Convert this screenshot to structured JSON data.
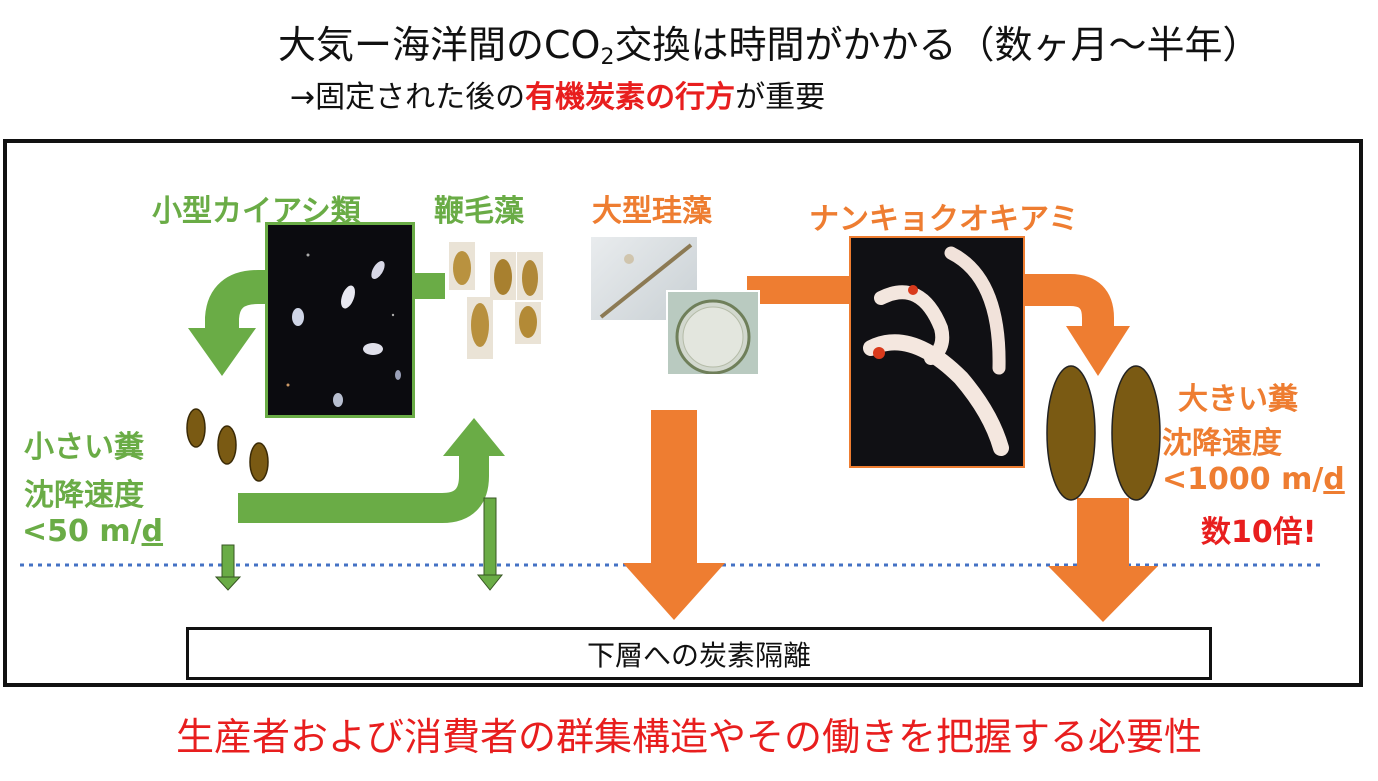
{
  "title": {
    "pre": "大気ー海洋間のCO",
    "sub": "2",
    "post": "交換は時間がかかる（数ヶ月〜半年）"
  },
  "subtitle": {
    "pre": "→固定された後の",
    "highlight": "有機炭素の行方",
    "post": "が重要"
  },
  "organisms": {
    "copepod": "小型カイアシ類",
    "flagellate": "鞭毛藻",
    "diatom": "大型珪藻",
    "krill": "ナンキョクオキアミ"
  },
  "small_feces": {
    "label": "小さい糞",
    "speed_label": "沈降速度",
    "speed_value": "<50 m/",
    "speed_unit": "d"
  },
  "large_feces": {
    "label": "大きい糞",
    "speed_label": "沈降速度",
    "speed_value": "<1000 m/",
    "speed_unit": "d",
    "comparison": "数10倍!"
  },
  "sink_box": "下層への炭素隔離",
  "conclusion": "生産者および消費者の群集構造やその働きを把握する必要性",
  "colors": {
    "green": "#6aac46",
    "orange": "#ee7d31",
    "red": "#e81e1e",
    "fecal_pellet": "#7a5a13",
    "dotted_line": "#4472c4"
  }
}
